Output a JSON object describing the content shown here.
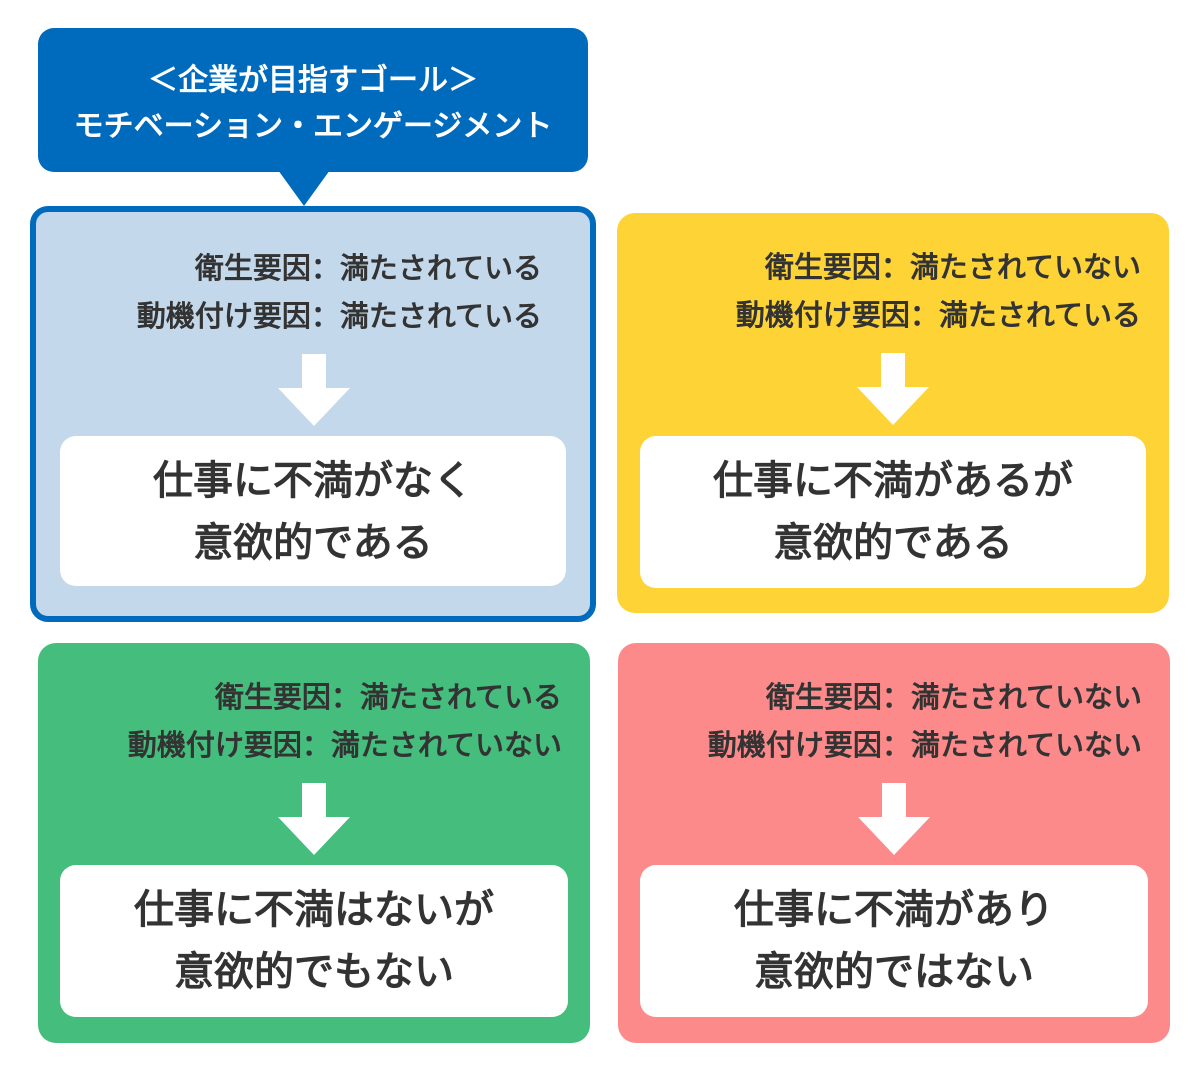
{
  "goal": {
    "line1": "＜企業が目指すゴール＞",
    "line2": "モチベーション・エンゲージメント"
  },
  "quadrants": [
    {
      "id": "top-left",
      "hygiene": "衛生要因：満たされている",
      "motivator": "動機付け要因：満たされている",
      "result_line1": "仕事に不満がなく",
      "result_line2": "意欲的である",
      "color": "#c4d8eb"
    },
    {
      "id": "top-right",
      "hygiene": "衛生要因：満たされていない",
      "motivator": "動機付け要因：満たされている",
      "result_line1": "仕事に不満があるが",
      "result_line2": "意欲的である",
      "color": "#fdd335"
    },
    {
      "id": "bottom-left",
      "hygiene": "衛生要因：満たされている",
      "motivator": "動機付け要因：満たされていない",
      "result_line1": "仕事に不満はないが",
      "result_line2": "意欲的でもない",
      "color": "#45bd7d"
    },
    {
      "id": "bottom-right",
      "hygiene": "衛生要因：満たされていない",
      "motivator": "動機付け要因：満たされていない",
      "result_line1": "仕事に不満があり",
      "result_line2": "意欲的ではない",
      "color": "#fd8a8a"
    }
  ],
  "colors": {
    "accent": "#006bbd",
    "text": "#333333"
  },
  "icons": {
    "arrow": "down-arrow-icon"
  }
}
